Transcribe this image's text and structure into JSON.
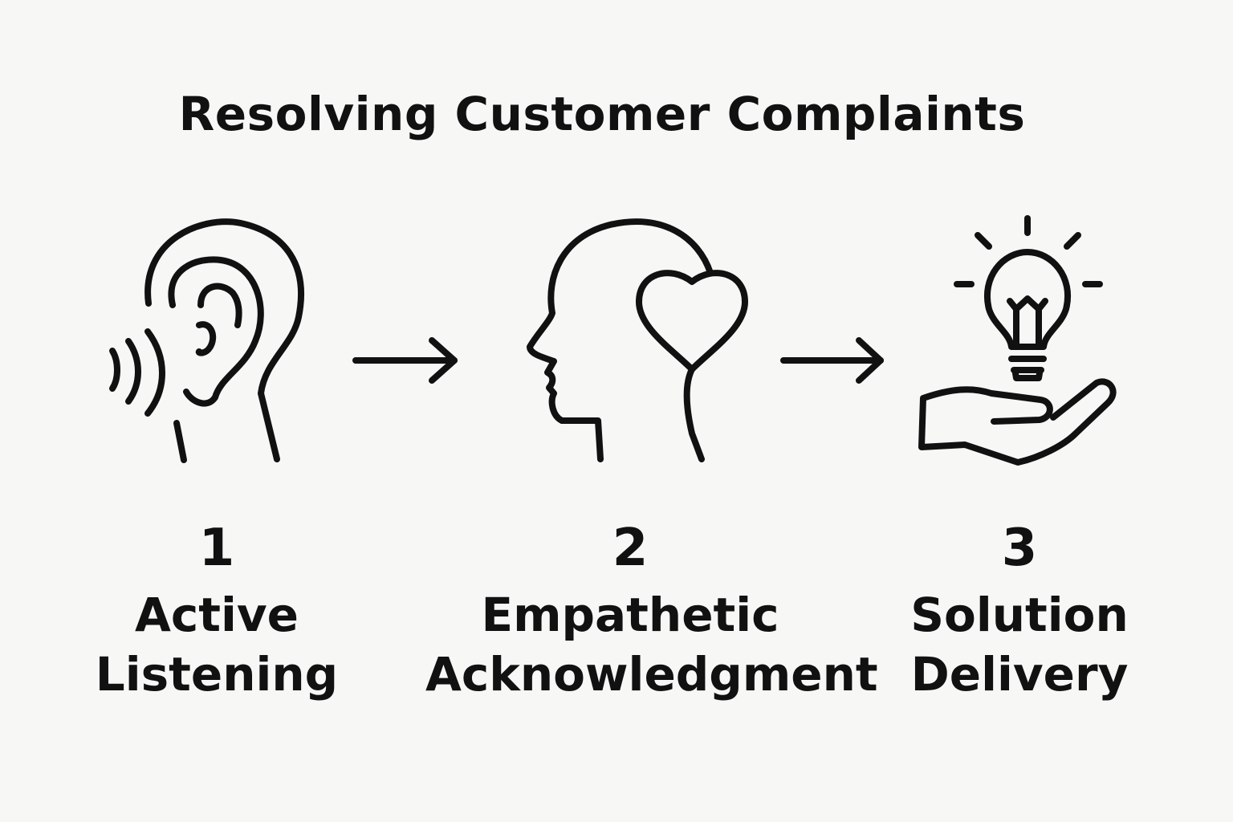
{
  "title": "Resolving Customer Complaints",
  "steps": [
    {
      "number": "1",
      "label_line1": "Active",
      "label_line2": "Listening",
      "icon": "listening-ear-icon"
    },
    {
      "number": "2",
      "label_line1": "Empathetic",
      "label_line2": "Acknowledgment",
      "icon": "head-heart-icon"
    },
    {
      "number": "3",
      "label_line1": "Solution",
      "label_line2": "Delivery",
      "icon": "hand-lightbulb-icon"
    }
  ],
  "connector_icon": "arrow-right-icon",
  "colors": {
    "background": "#f7f7f6",
    "ink": "#111111"
  }
}
